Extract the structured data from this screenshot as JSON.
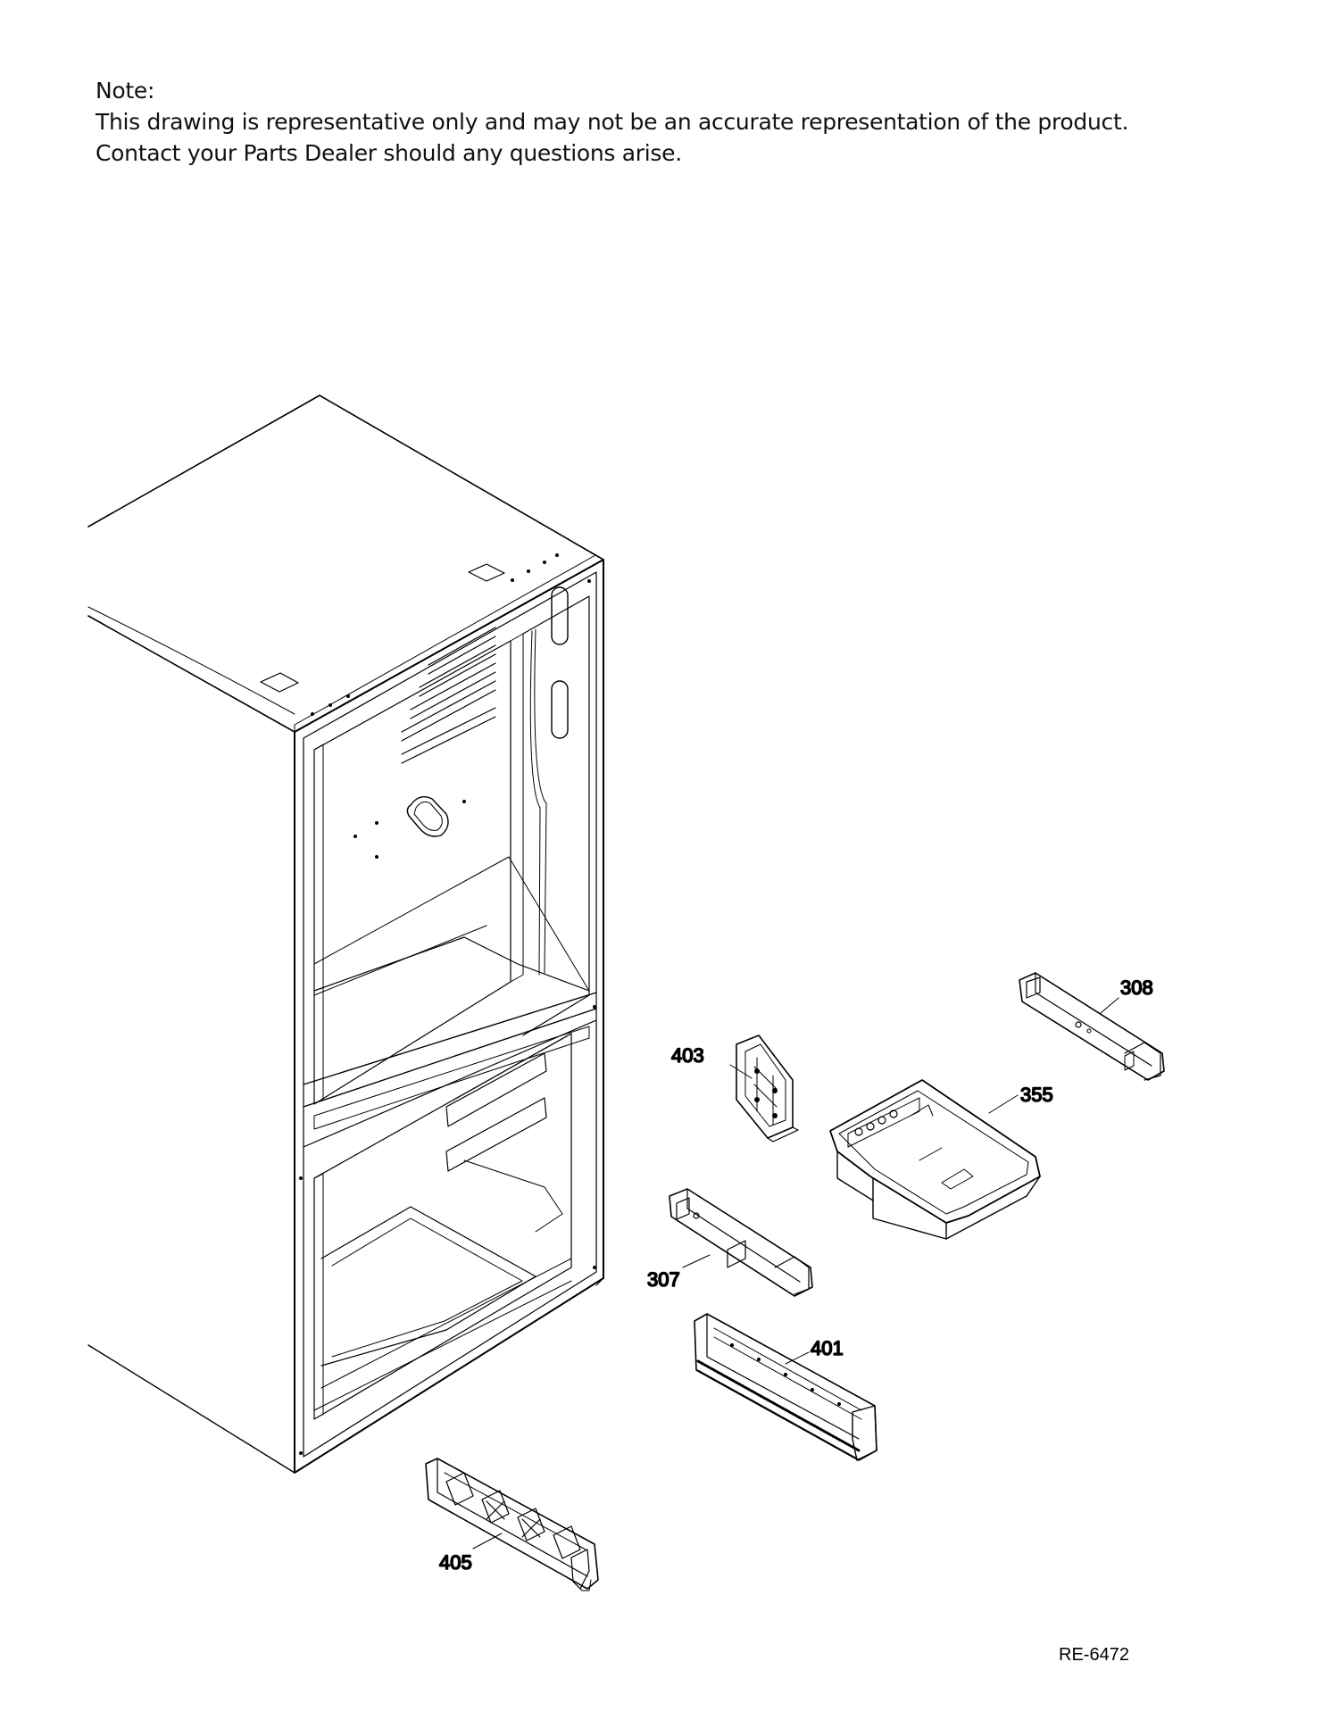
{
  "note": {
    "heading": "Note:",
    "line1": "This drawing is representative only and may not be an accurate representation of the product.",
    "line2": "Contact your Parts Dealer should any questions arise."
  },
  "callouts": {
    "c308": "308",
    "c403": "403",
    "c355": "355",
    "c307": "307",
    "c401": "401",
    "c405": "405"
  },
  "drawing_code": "RE-6472",
  "colors": {
    "ink": "#000000",
    "paper": "#ffffff"
  }
}
